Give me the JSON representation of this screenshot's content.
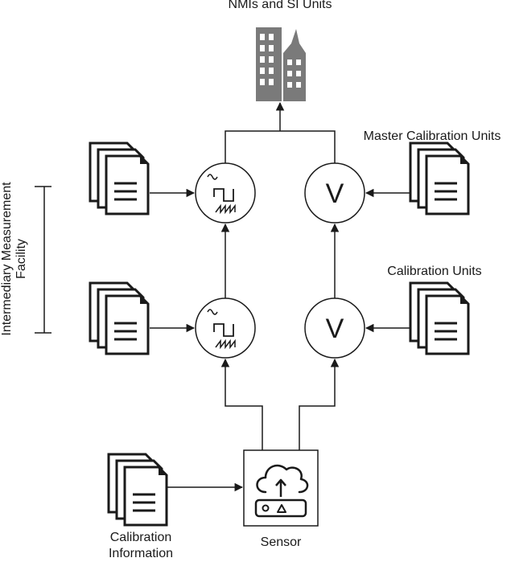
{
  "labels": {
    "top": "NMIs and SI Units",
    "master": "Master Calibration Units",
    "calibration_units": "Calibration Units",
    "facility_line1": "Intermediary Measurement",
    "facility_line2": "Facility",
    "calibration_info_line1": "Calibration",
    "calibration_info_line2": "Information",
    "sensor": "Sensor"
  },
  "unit_glyph": "V",
  "icons": {
    "building": "building-icon",
    "document": "document-stack-icon",
    "signal": "signal-generator-icon",
    "voltmeter": "voltmeter-icon",
    "sensor": "cloud-sensor-icon"
  },
  "colors": {
    "stroke": "#1a1a1a",
    "building": "#7a7a7a",
    "window": "#ffffff"
  }
}
